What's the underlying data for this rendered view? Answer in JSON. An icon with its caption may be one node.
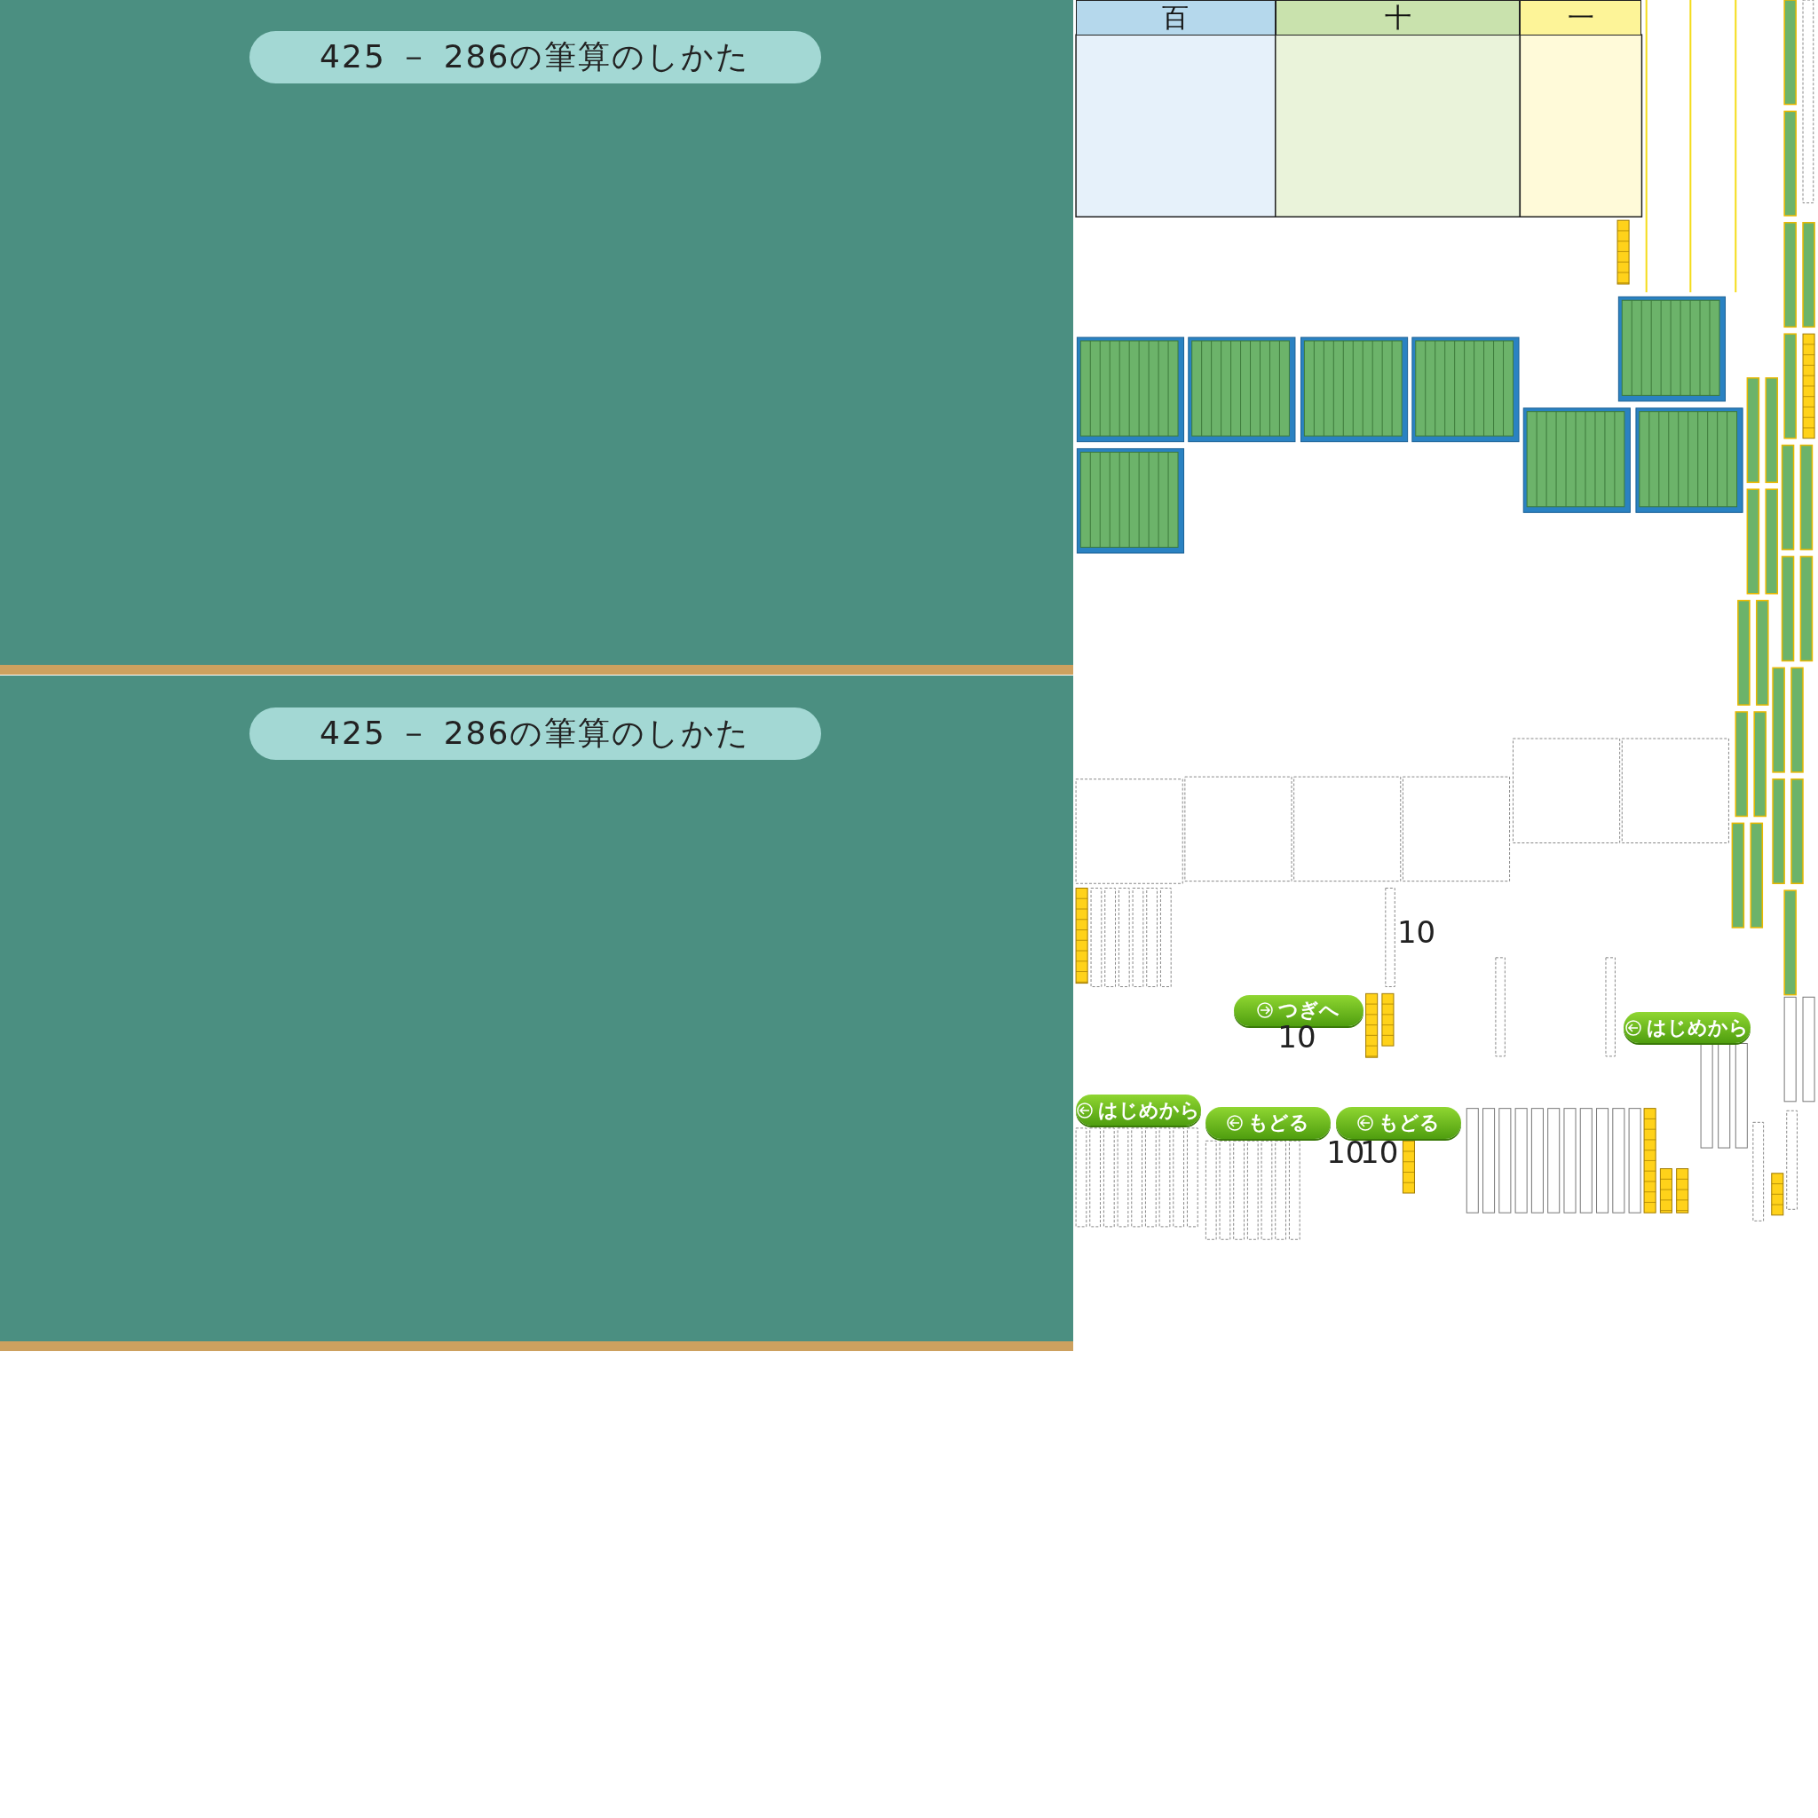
{
  "diagram": {
    "labels": [
      "425 － 286の筆算のしかた",
      "百",
      "十",
      "一",
      "425 － 286の筆算のしかた",
      "10",
      "つぎへ",
      "10",
      "はじめから",
      "はじめから",
      "もどる",
      "もどる",
      "10",
      "10"
    ]
  }
}
